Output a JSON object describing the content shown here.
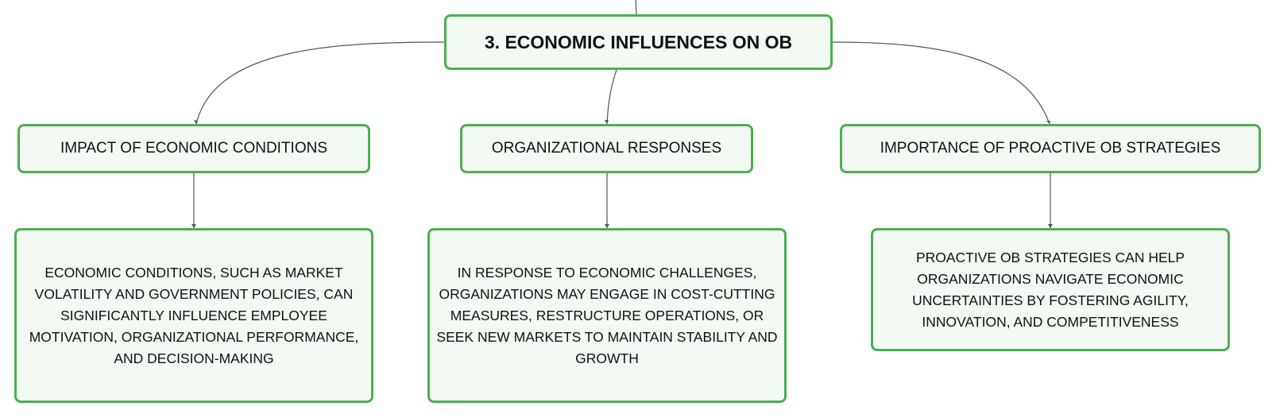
{
  "root": {
    "label": "3. ECONOMIC INFLUENCES ON OB"
  },
  "branches": [
    {
      "label": "IMPACT OF ECONOMIC CONDITIONS",
      "detail": "ECONOMIC CONDITIONS, SUCH AS MARKET VOLATILITY AND GOVERNMENT POLICIES, CAN SIGNIFICANTLY INFLUENCE EMPLOYEE MOTIVATION, ORGANIZATIONAL PERFORMANCE, AND DECISION-MAKING"
    },
    {
      "label": "ORGANIZATIONAL RESPONSES",
      "detail": "IN RESPONSE TO ECONOMIC CHALLENGES, ORGANIZATIONS MAY ENGAGE IN COST-CUTTING MEASURES, RESTRUCTURE OPERATIONS, OR SEEK NEW MARKETS TO MAINTAIN STABILITY AND GROWTH"
    },
    {
      "label": "IMPORTANCE OF PROACTIVE OB STRATEGIES",
      "detail": "PROACTIVE OB STRATEGIES CAN HELP ORGANIZATIONS NAVIGATE ECONOMIC UNCERTAINTIES BY FOSTERING AGILITY, INNOVATION, AND COMPETITIVENESS"
    }
  ],
  "colors": {
    "node_border": "#4caf50",
    "node_fill": "#f3faf4",
    "connector": "#555555"
  }
}
